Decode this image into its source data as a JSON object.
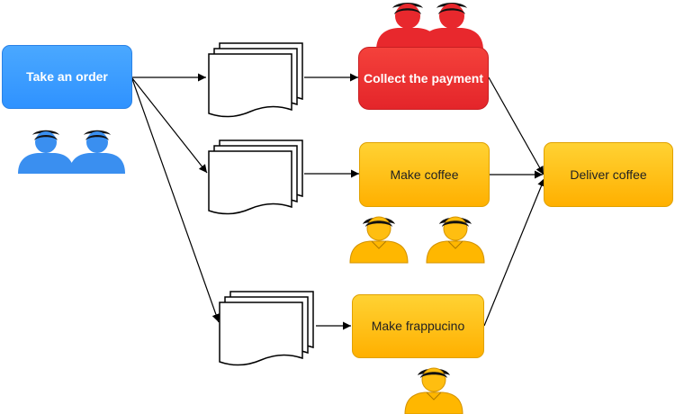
{
  "nodes": {
    "take_order": "Take an order",
    "collect_payment": "Collect the payment",
    "make_coffee": "Make coffee",
    "deliver_coffee": "Deliver coffee",
    "make_frappucino": "Make frappucino"
  },
  "colors": {
    "cashier": "#2e8ff5",
    "payment": "#e8282d",
    "barista": "#ffba00",
    "stroke": "#000000"
  },
  "icons": {
    "people": "person-icon",
    "documents": "document-stack-icon"
  }
}
